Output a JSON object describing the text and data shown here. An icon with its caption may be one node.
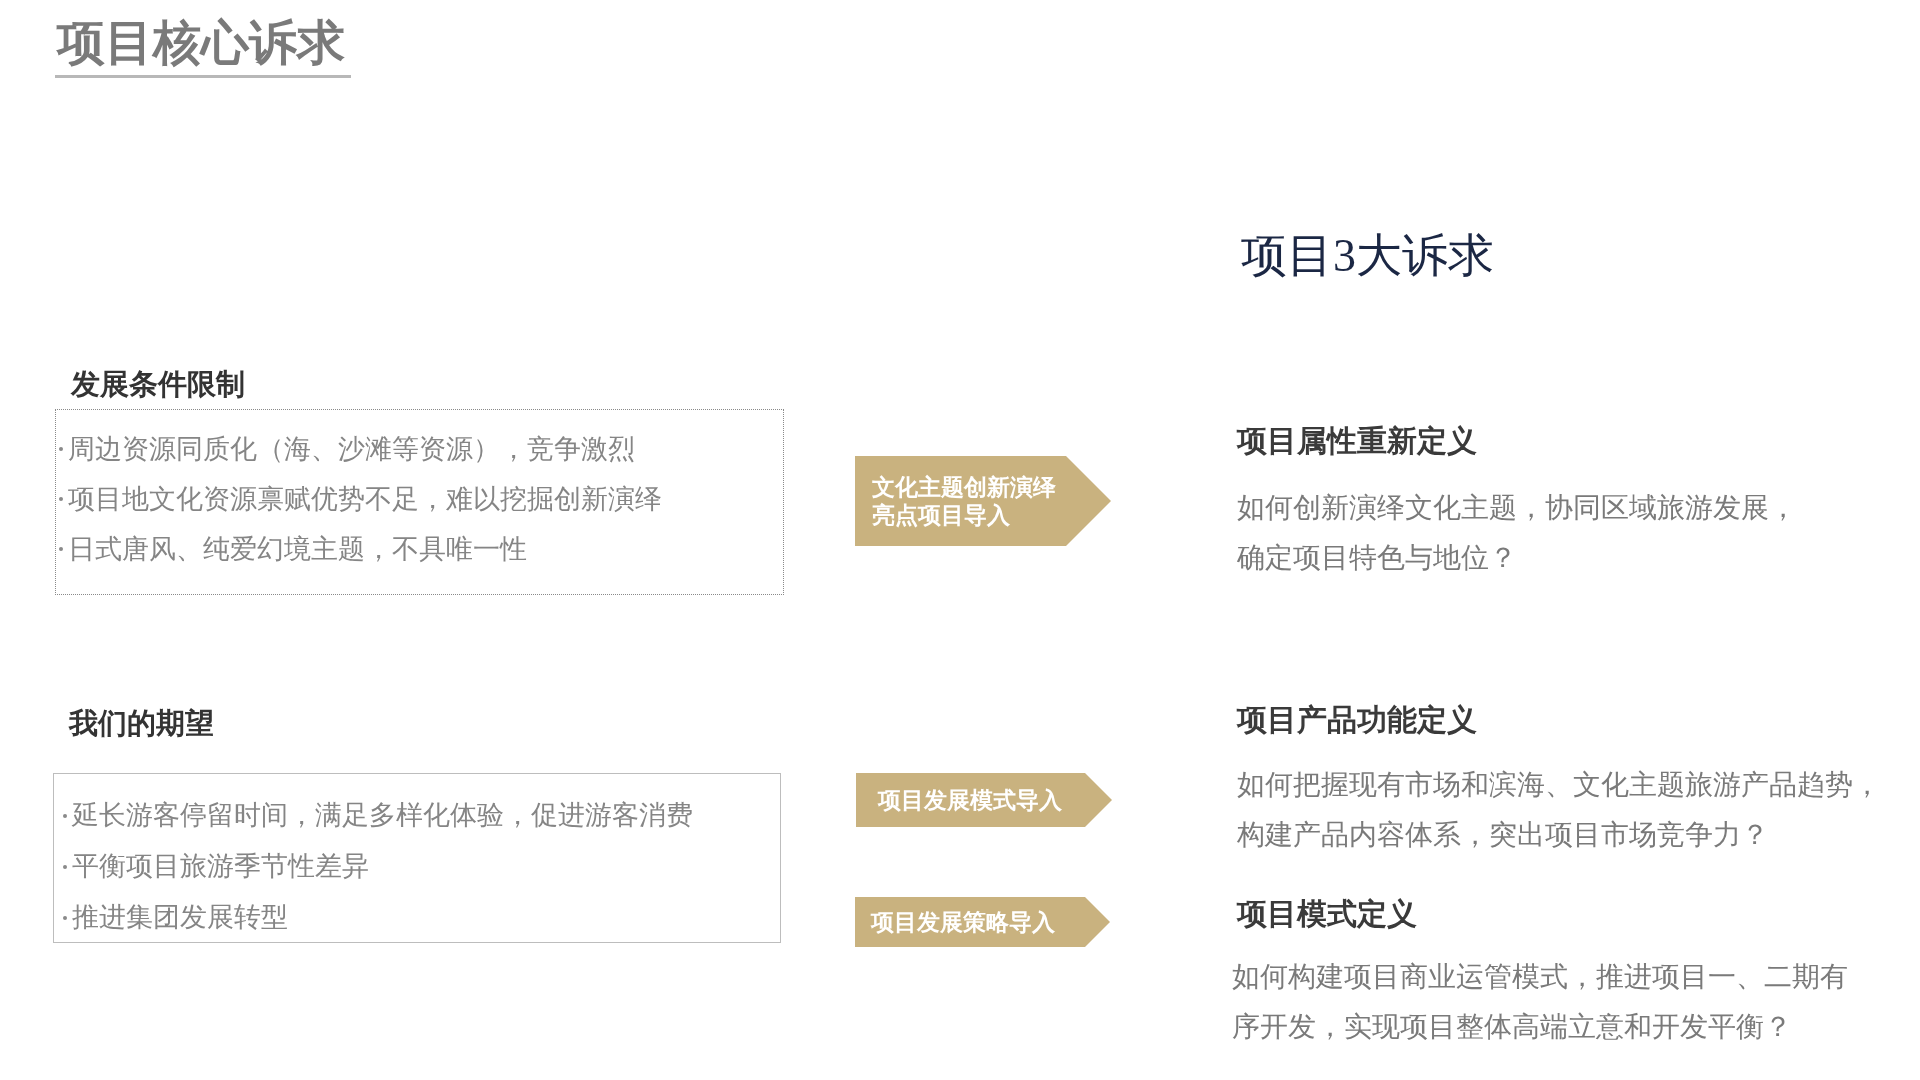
{
  "diagram": {
    "title": "项目核心诉求",
    "nodes": [
      {
        "text": [
          "发展条件限制",
          "周边资源同质化（海、沙滩等资源），竞争激烈",
          "项目地文化资源禀赋优势不足，难以挖掘创新演绎",
          "日式唐风、纯爱幻境主题，不具唯一性"
        ]
      },
      {
        "text": [
          "文化主题创新演绎亮点项目导入"
        ]
      },
      {
        "text": [
          "我们的期望",
          "延长游客停留时间，满足多样化体验，促进游客消费",
          "平衡项目旅游季节性差异",
          "推进集团发展转型"
        ]
      },
      {
        "text": [
          "项目发展模式导入"
        ]
      },
      {
        "text": [
          "项目发展策略导入"
        ]
      }
    ],
    "labels": [
      "项目3大诉求",
      "项目属性重新定义",
      "如何创新演绎文化主题，协同区域旅游发展，确定项目特色与地位？",
      "项目产品功能定义",
      "如何把握现有市场和滨海、文化主题旅游产品趋势，构建产品内容体系，突出项目市场竞争力？",
      "项目模式定义",
      "如何构建项目商业运管模式，推进项目一、二期有序开发，实现项目整体高端立意和开发平衡？"
    ]
  }
}
